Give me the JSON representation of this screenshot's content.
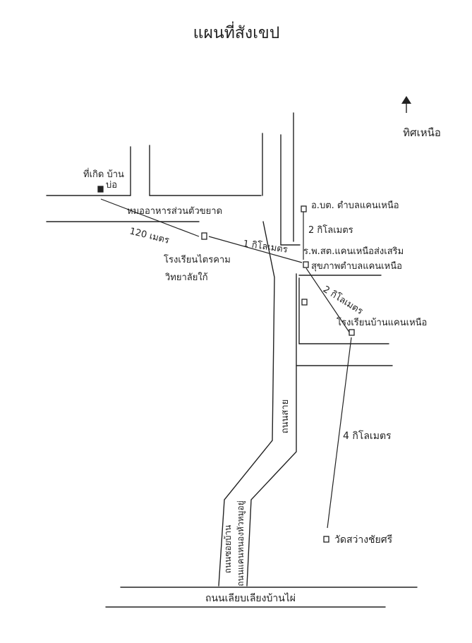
{
  "title": "แผนที่สังเขป",
  "north_label": "ทิศเหนือ",
  "places": {
    "birth_place": "ที่เกิด บ้าน",
    "birth_place_sub": "บ่อ",
    "shop": "หมออาหารส่วนตัวขยาด",
    "school_label_1": "โรงเรียนไตรคาม",
    "school_label_2": "วิทยาลัยใก้",
    "tao_office": "อ.บต. ตำบลแคนเหนือ",
    "hospital_1": "ร.พ.สต.แคนเหนือส่งเสริม",
    "hospital_2": "สุขภาพตำบลแคนเหนือ",
    "school_north": "โรงเรียนบ้านแคนเหนือ",
    "temple": "วัดสว่างชัยศรี"
  },
  "distances": {
    "d_120m": "120 เมตร",
    "d_1km": "1 กิโลเมตร",
    "d_2km_a": "2 กิโลเมตร",
    "d_2km_b": "2 กิโลเมตร",
    "d_4km": "4 กิโลเมตร"
  },
  "roads": {
    "road_vertical": "ถนนสาย",
    "road_lower_1": "ถนนซอยบ้าน",
    "road_lower_2": "ถนนแคนหนองหัวหมูอยู่",
    "road_bottom": "ถนนเลียบเลียงบ้านไผ่"
  }
}
